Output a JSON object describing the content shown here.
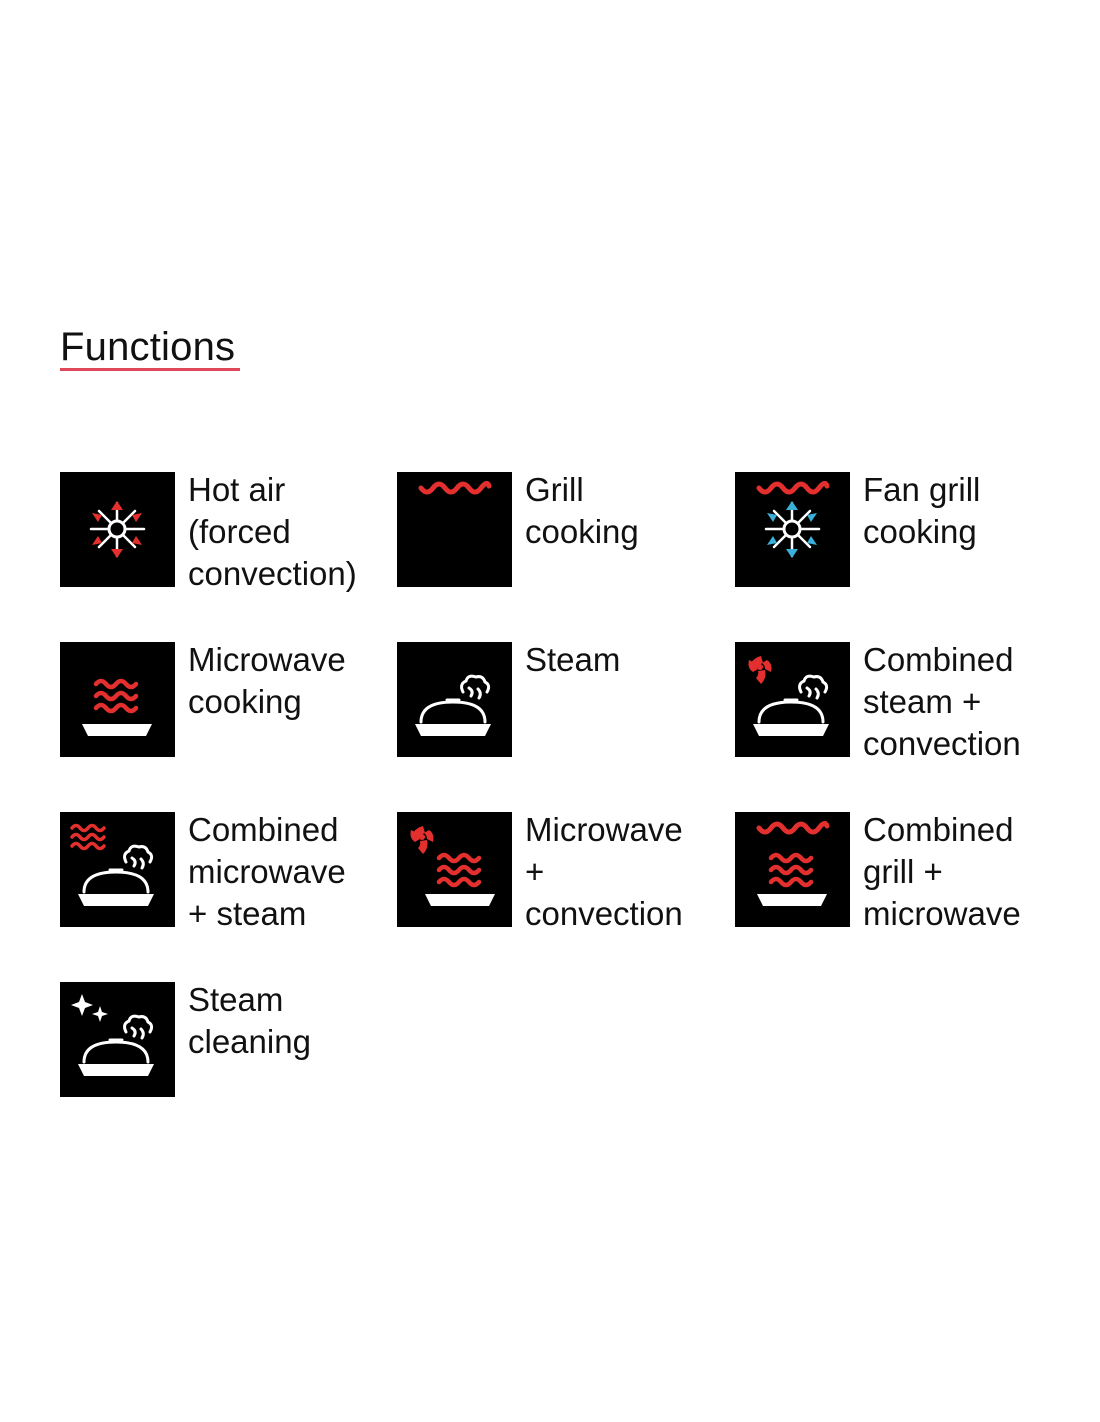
{
  "page": {
    "title": "Functions"
  },
  "colors": {
    "icon_background": "#000000",
    "heat_red": "#e3302f",
    "cool_blue": "#3ab0d8",
    "outline_white": "#ffffff",
    "title_underline": "#e0475a"
  },
  "functions": [
    {
      "label": "Hot air\n(forced\nconvection)",
      "icon": "hot-air-fan-icon"
    },
    {
      "label": "Grill\ncooking",
      "icon": "grill-icon"
    },
    {
      "label": "Fan grill\ncooking",
      "icon": "fan-grill-icon"
    },
    {
      "label": "Microwave\ncooking",
      "icon": "microwave-icon"
    },
    {
      "label": "Steam",
      "icon": "steam-icon"
    },
    {
      "label": "Combined\nsteam +\nconvection",
      "icon": "steam-convection-icon"
    },
    {
      "label": "Combined\nmicrowave\n+ steam",
      "icon": "microwave-steam-icon"
    },
    {
      "label": "Microwave\n+\nconvection",
      "icon": "microwave-convection-icon"
    },
    {
      "label": "Combined\ngrill +\nmicrowave",
      "icon": "grill-microwave-icon"
    },
    {
      "label": "Steam\ncleaning",
      "icon": "steam-cleaning-icon"
    }
  ]
}
